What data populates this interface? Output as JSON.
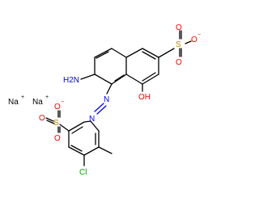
{
  "molecule": {
    "atoms": [
      {
        "id": "H2N",
        "label": "H2N",
        "color": "#0000ff"
      },
      {
        "id": "OH",
        "label": "OH",
        "color": "#ff0000"
      },
      {
        "id": "N_azo_1",
        "label": "N",
        "color": "#0000ff"
      },
      {
        "id": "N_azo_2",
        "label": "N",
        "color": "#0000ff"
      },
      {
        "id": "S_top",
        "label": "S",
        "color": "#b8860b"
      },
      {
        "id": "O_top_up",
        "label": "O",
        "color": "#ff0000"
      },
      {
        "id": "O_top_down",
        "label": "O",
        "color": "#ff0000"
      },
      {
        "id": "O_top_minus",
        "label": "O",
        "charge": "−",
        "color": "#ff0000"
      },
      {
        "id": "S_bottom",
        "label": "S",
        "color": "#b8860b"
      },
      {
        "id": "O_bottom_minus",
        "label": "O",
        "charge": "−",
        "color": "#ff0000"
      },
      {
        "id": "O_bottom_left",
        "label": "O",
        "color": "#ff0000"
      },
      {
        "id": "O_bottom_down",
        "label": "O",
        "color": "#ff0000"
      },
      {
        "id": "Cl",
        "label": "Cl",
        "color": "#00aa00"
      }
    ],
    "counterions": [
      {
        "label": "Na",
        "charge": "+",
        "color": "#000000"
      },
      {
        "label": "Na",
        "charge": "+",
        "color": "#000000"
      }
    ]
  }
}
